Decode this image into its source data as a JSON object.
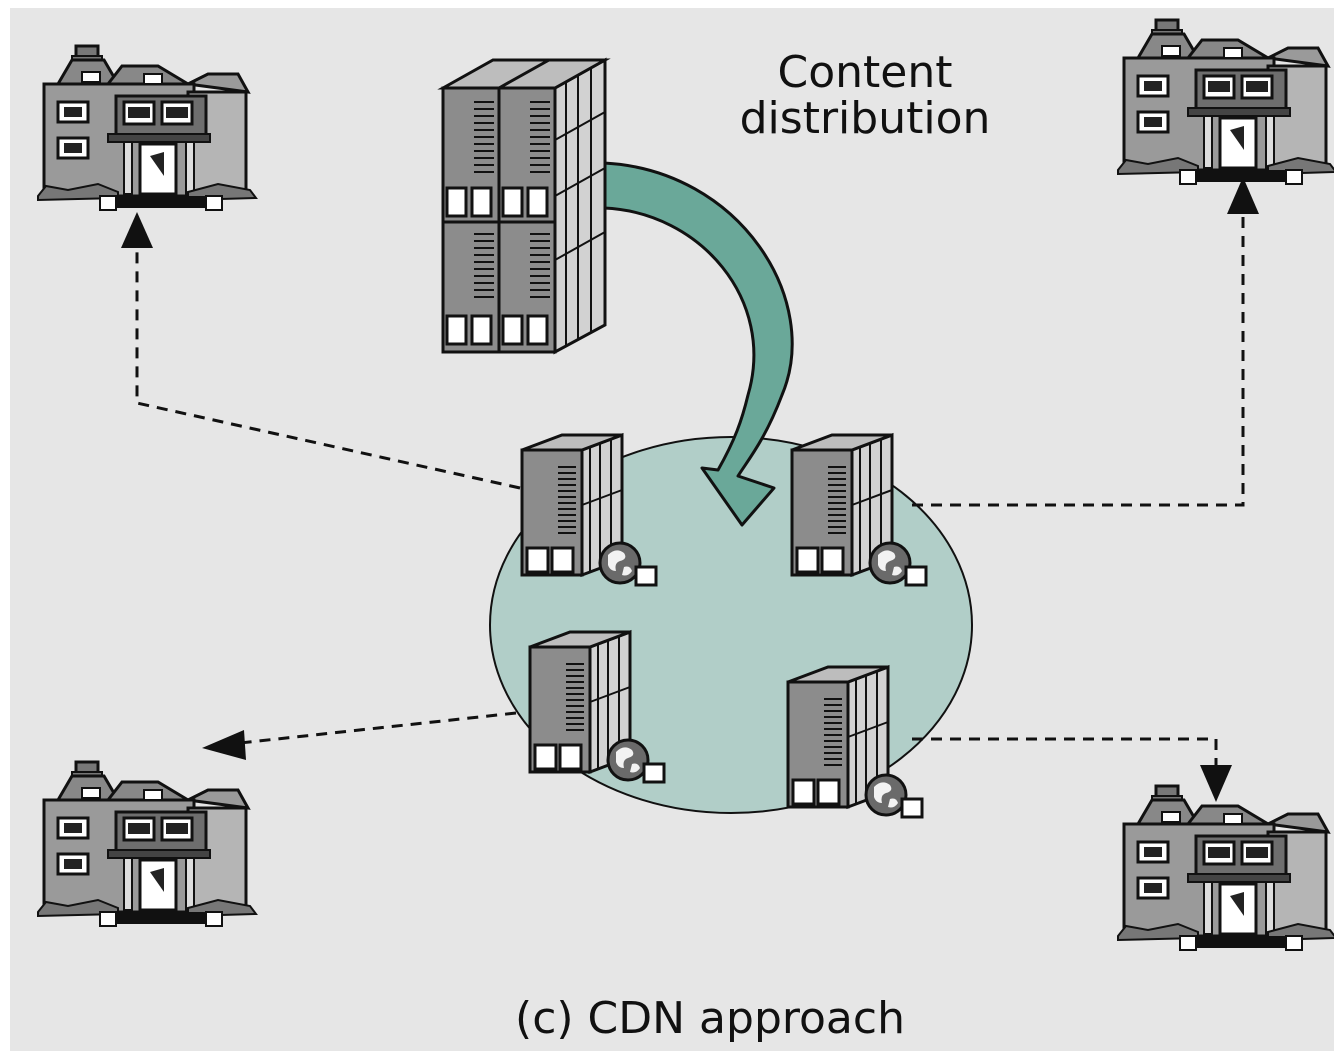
{
  "labels": {
    "content_line1": "Content",
    "content_line2": "distribution",
    "caption": "(c) CDN approach"
  },
  "colors": {
    "background": "#e6e6e6",
    "cdn_cloud": "#b1cec8",
    "arrow": "#6aa899",
    "server_gray": "#8c8c8c",
    "house_gray": "#9a9a9a"
  },
  "icons": {
    "origin": "origin-server-icon",
    "edge": "edge-server-icon",
    "globe": "globe-icon",
    "client": "house-icon"
  }
}
